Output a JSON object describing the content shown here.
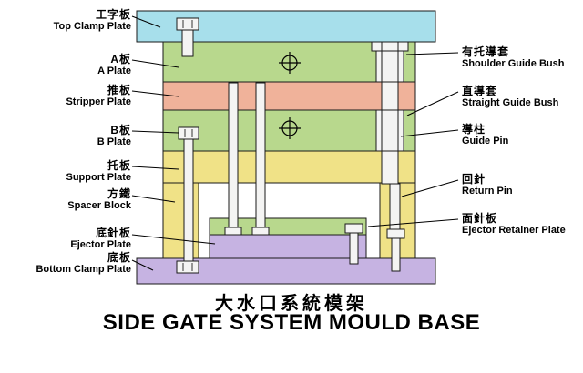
{
  "diagram": {
    "left_labels": [
      {
        "zh": "工字板",
        "en": "Top Clamp Plate"
      },
      {
        "zh": "A板",
        "en": "A Plate"
      },
      {
        "zh": "推板",
        "en": "Stripper Plate"
      },
      {
        "zh": "B板",
        "en": "B Plate"
      },
      {
        "zh": "托板",
        "en": "Support Plate"
      },
      {
        "zh": "方鐵",
        "en": "Spacer Block"
      },
      {
        "zh": "底針板",
        "en": "Ejector Plate"
      },
      {
        "zh": "底板",
        "en": "Bottom Clamp Plate"
      }
    ],
    "right_labels": [
      {
        "zh": "有托導套",
        "en": "Shoulder Guide Bush"
      },
      {
        "zh": "直導套",
        "en": "Straight Guide Bush"
      },
      {
        "zh": "導柱",
        "en": "Guide Pin"
      },
      {
        "zh": "回針",
        "en": "Return Pin"
      },
      {
        "zh": "面針板",
        "en": "Ejector Retainer Plate"
      }
    ],
    "title": {
      "zh": "大水口系統模架",
      "en": "SIDE GATE SYSTEM MOULD BASE"
    },
    "colors": {
      "top-clamp": "#a7dfeb",
      "green": "#b8d88d",
      "stripper": "#f0b29a",
      "yellow": "#f0e287",
      "purple": "#c6b3e2",
      "pin": "#f4f4f3",
      "outline": "#1a1a1a"
    }
  }
}
